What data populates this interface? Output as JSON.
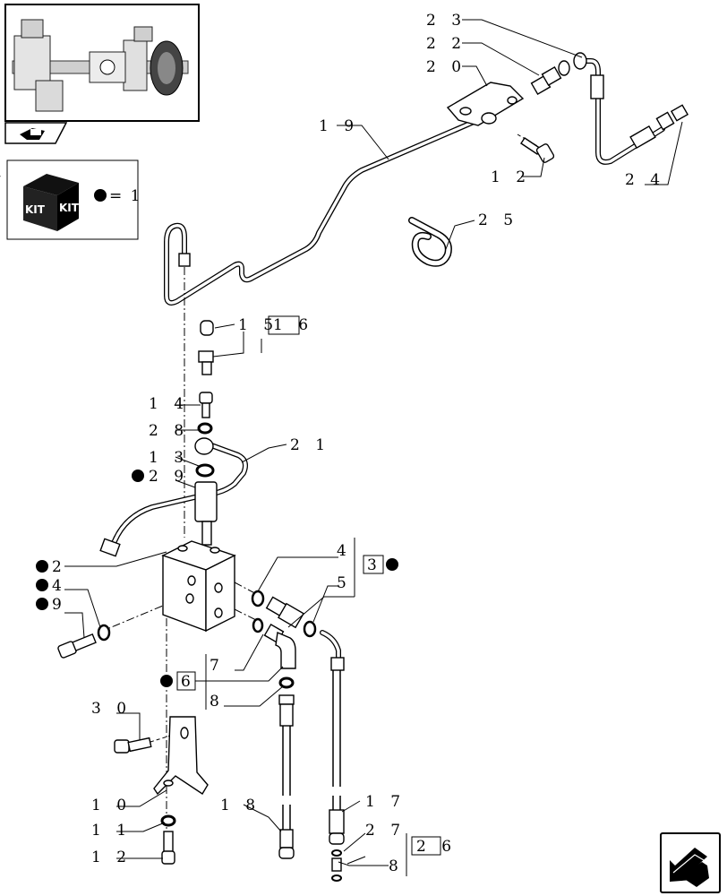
{
  "kit_legend": {
    "text": "= 1",
    "badge_text": "KIT"
  },
  "labels": {
    "p23": "2 3",
    "p22": "2 2",
    "p20": "2 0",
    "p19": "1 9",
    "p12a": "1 2",
    "p24": "2 4",
    "p25": "2 5",
    "p15": "1 5",
    "p16": "1 6",
    "p14": "1 4",
    "p28": "2 8",
    "p13": "1 3",
    "p29": "2 9",
    "p21": "2 1",
    "p2": "2",
    "p4a": "4",
    "p9": "9",
    "p4b": "4",
    "p3": "3",
    "p5": "5",
    "p7": "7",
    "p6": "6",
    "p8a": "8",
    "p30": "3 0",
    "p10": "1 0",
    "p11": "1 1",
    "p12b": "1 2",
    "p18": "1 8",
    "p17": "1 7",
    "p27": "2 7",
    "p26": "2 6",
    "p8b": "8"
  }
}
